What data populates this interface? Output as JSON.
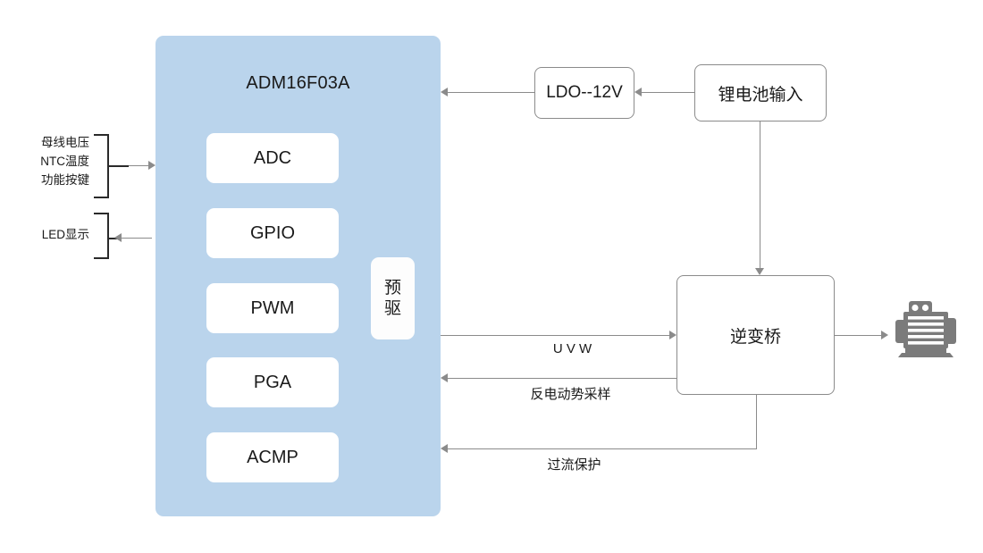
{
  "diagram": {
    "title": "ADM16F03A motor control block diagram",
    "colors": {
      "panel_blue": "#bad4ec",
      "line_gray": "#8b8b8b",
      "bracket_black": "#2a2a2a",
      "motor_gray": "#7b7b7b",
      "block_white": "#ffffff"
    }
  },
  "mcu": {
    "title": "ADM16F03A",
    "blocks": [
      {
        "label": "ADC"
      },
      {
        "label": "GPIO"
      },
      {
        "label": "PWM"
      },
      {
        "label": "PGA"
      },
      {
        "label": "ACMP"
      }
    ],
    "predriver": {
      "line1": "预",
      "line2": "驱"
    }
  },
  "left_io": {
    "input_signals": [
      "母线电压",
      "NTC温度",
      "功能按键"
    ],
    "output_signals": [
      "LED显示"
    ]
  },
  "power": {
    "ldo": "LDO--12V",
    "battery": "锂电池输入"
  },
  "drive": {
    "inverter": "逆变桥",
    "motor_icon": "motor-icon"
  },
  "signal_labels": {
    "uvw": "U V W",
    "back_emf": "反电动势采样",
    "over_current": "过流保护"
  }
}
